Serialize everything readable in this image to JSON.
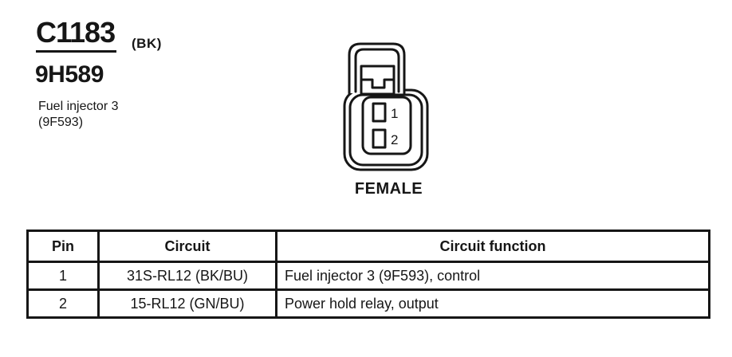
{
  "colors": {
    "ink": "#161616",
    "paper": "#ffffff"
  },
  "header": {
    "connector_id": "C1183",
    "connector_color_code": "(BK)",
    "part_number": "9H589",
    "description_line1": "Fuel injector 3",
    "description_line2": "(9F593)"
  },
  "connector": {
    "gender_label": "FEMALE",
    "pin1_label": "1",
    "pin2_label": "2"
  },
  "table": {
    "headers": {
      "pin": "Pin",
      "circuit": "Circuit",
      "function": "Circuit function"
    },
    "rows": [
      {
        "pin": "1",
        "circuit": "31S-RL12 (BK/BU)",
        "function": "Fuel injector 3 (9F593), control"
      },
      {
        "pin": "2",
        "circuit": "15-RL12 (GN/BU)",
        "function": "Power hold relay, output"
      }
    ]
  }
}
